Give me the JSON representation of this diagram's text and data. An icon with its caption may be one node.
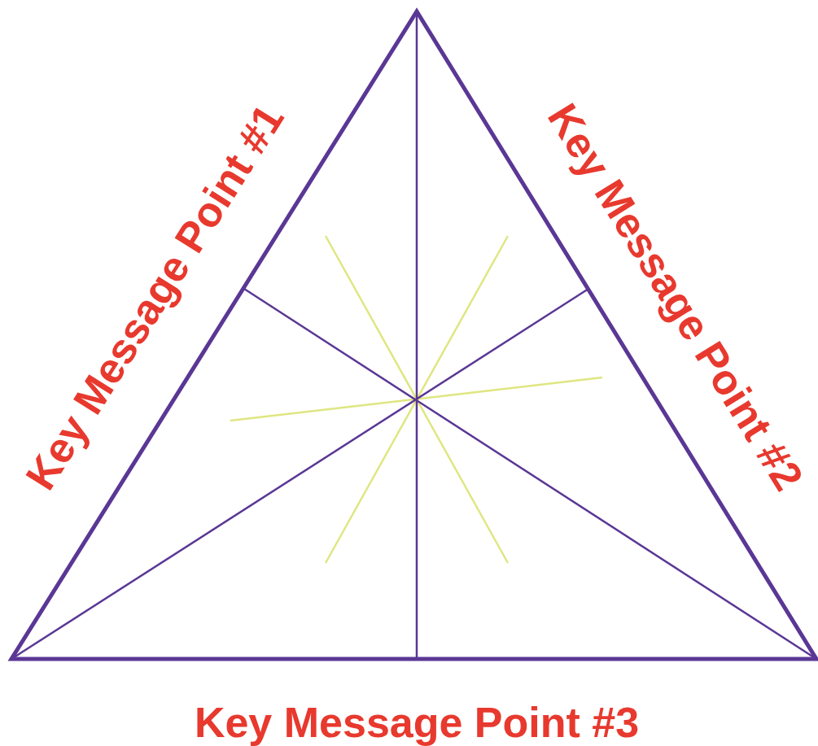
{
  "diagram": {
    "labels": [
      "Key Message Point #1",
      "Key Message Point #2",
      "Key Message Point #3"
    ]
  }
}
